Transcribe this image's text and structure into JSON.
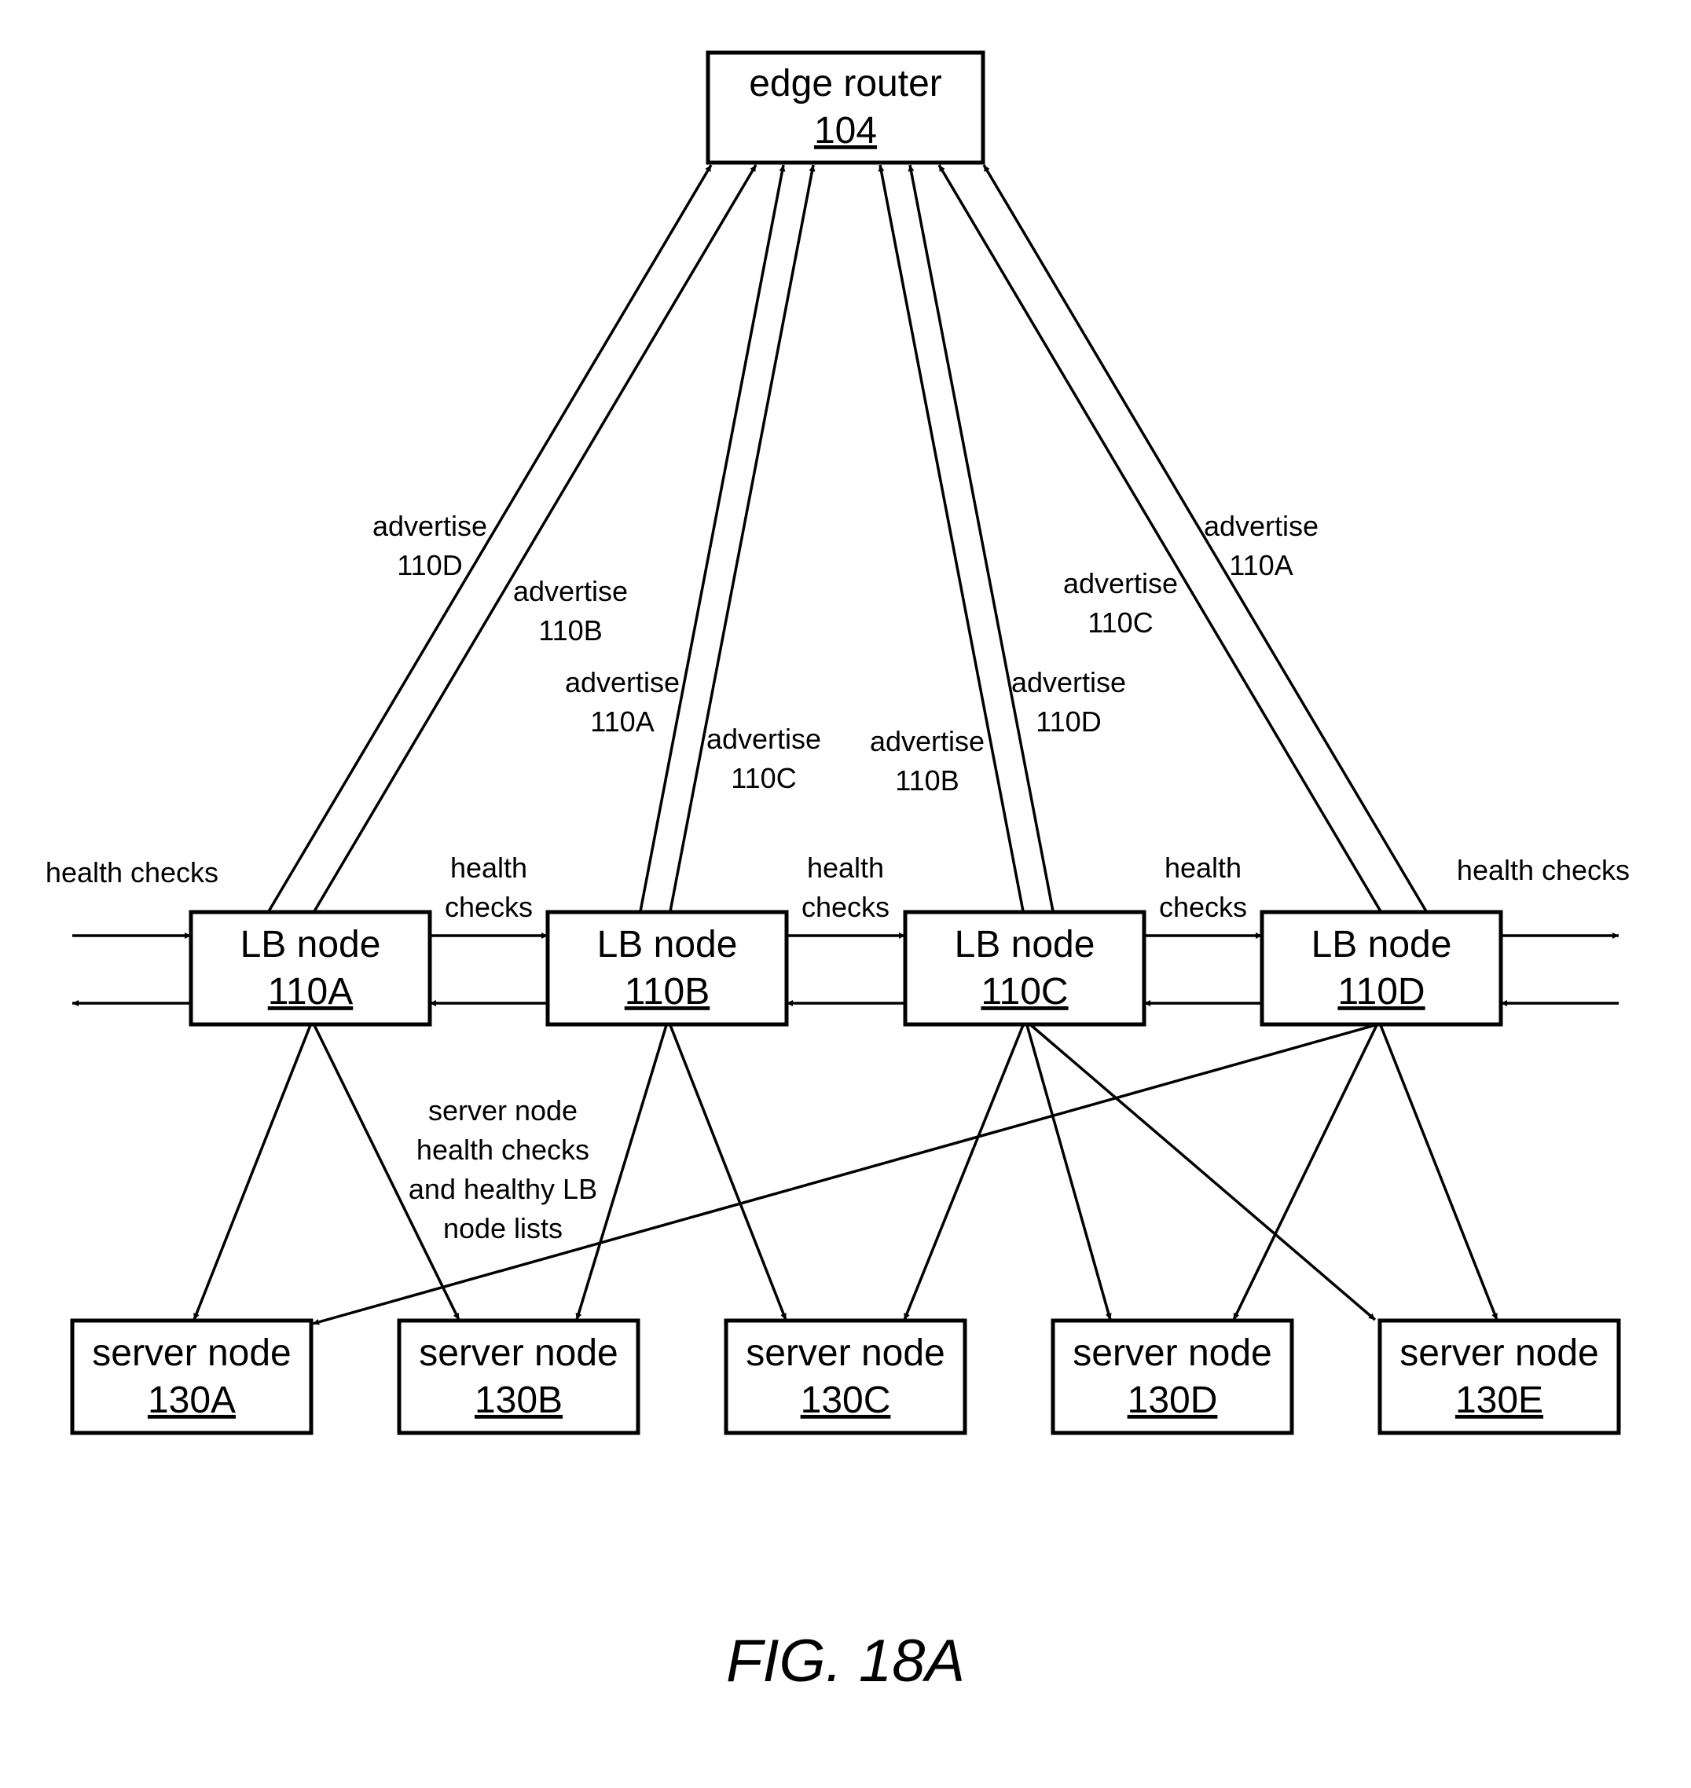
{
  "figure": {
    "caption": "FIG. 18A"
  },
  "edge_router": {
    "title": "edge router",
    "ref": "104"
  },
  "lb_nodes": [
    {
      "title": "LB node",
      "ref": "110A"
    },
    {
      "title": "LB node",
      "ref": "110B"
    },
    {
      "title": "LB node",
      "ref": "110C"
    },
    {
      "title": "LB node",
      "ref": "110D"
    }
  ],
  "server_nodes": [
    {
      "title": "server node",
      "ref": "130A"
    },
    {
      "title": "server node",
      "ref": "130B"
    },
    {
      "title": "server node",
      "ref": "130C"
    },
    {
      "title": "server node",
      "ref": "130D"
    },
    {
      "title": "server node",
      "ref": "130E"
    }
  ],
  "advertise_labels": [
    {
      "line1": "advertise",
      "line2": "110D"
    },
    {
      "line1": "advertise",
      "line2": "110B"
    },
    {
      "line1": "advertise",
      "line2": "110A"
    },
    {
      "line1": "advertise",
      "line2": "110C"
    },
    {
      "line1": "advertise",
      "line2": "110B"
    },
    {
      "line1": "advertise",
      "line2": "110D"
    },
    {
      "line1": "advertise",
      "line2": "110C"
    },
    {
      "line1": "advertise",
      "line2": "110A"
    }
  ],
  "health_checks": {
    "outer_left": "health checks",
    "outer_right": "health checks",
    "between": [
      {
        "line1": "health",
        "line2": "checks"
      },
      {
        "line1": "health",
        "line2": "checks"
      },
      {
        "line1": "health",
        "line2": "checks"
      }
    ]
  },
  "server_health_label": [
    "server node",
    "health checks",
    "and healthy LB",
    "node lists"
  ]
}
